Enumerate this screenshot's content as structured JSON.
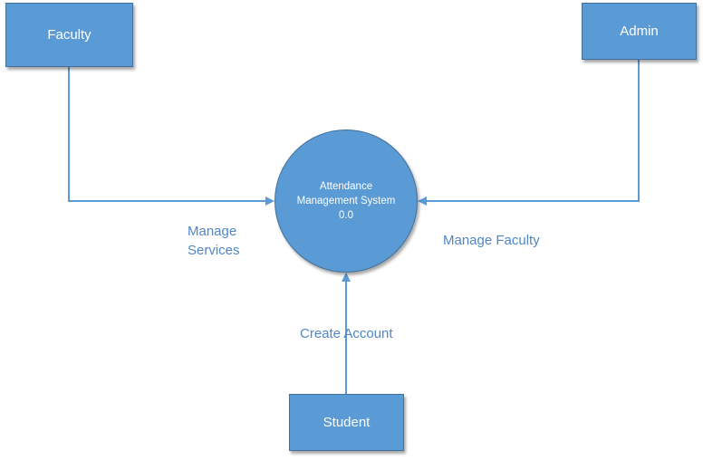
{
  "entities": {
    "faculty": "Faculty",
    "admin": "Admin",
    "student": "Student"
  },
  "process": {
    "line1": "Attendance",
    "line2": "Management System",
    "line3": "0.0"
  },
  "flows": {
    "manage_services_line1": "Manage",
    "manage_services_line2": "Services",
    "manage_faculty": "Manage Faculty",
    "create_account": "Create Account"
  },
  "colors": {
    "shape_fill": "#5b9bd5",
    "shape_border": "#41719c",
    "connector": "#5b9bd5",
    "label_text": "#4f86c6"
  }
}
